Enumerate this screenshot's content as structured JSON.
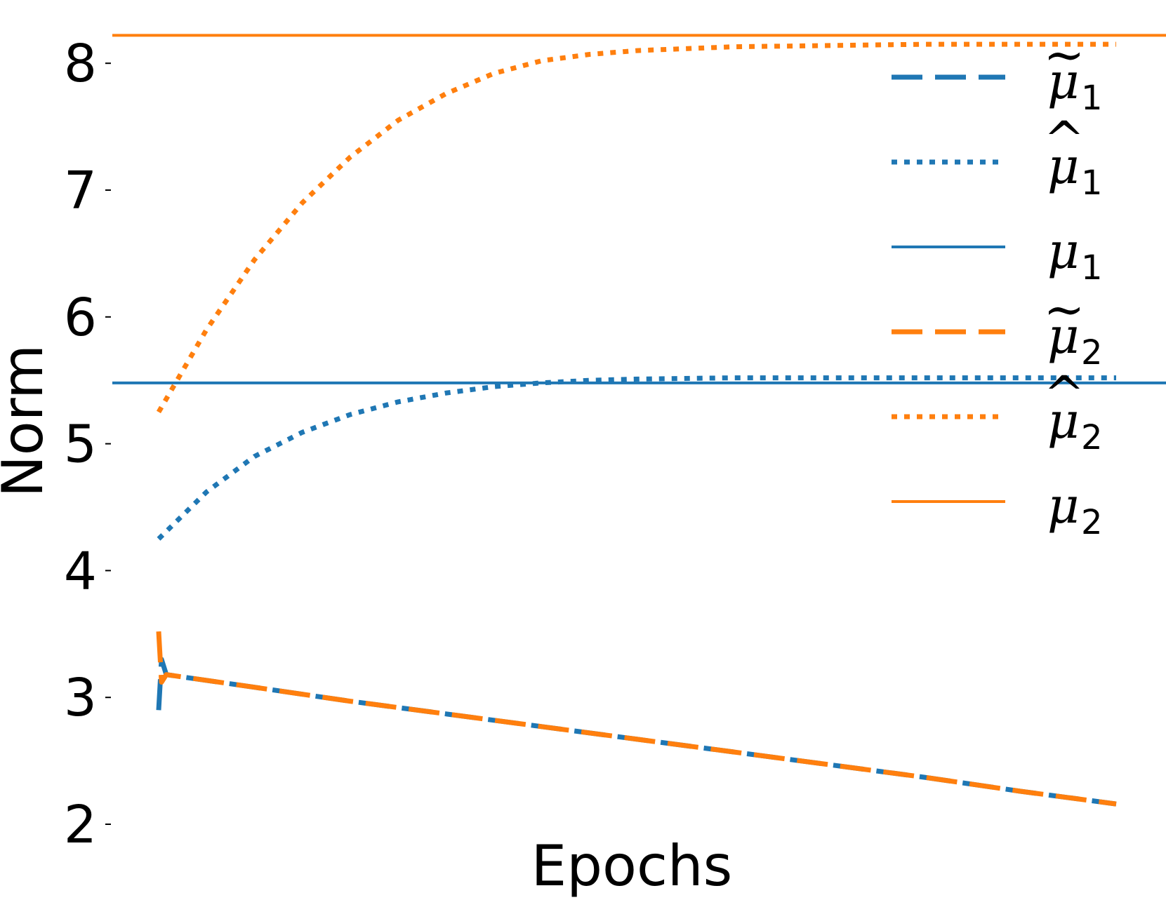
{
  "chart_data": {
    "type": "line",
    "title": "",
    "xlabel": "Epochs",
    "ylabel": "Norm",
    "ylim": [
      1.85,
      8.45
    ],
    "yticks": [
      2,
      3,
      4,
      5,
      6,
      7,
      8
    ],
    "x_tick_labels_shown": false,
    "xlim": [
      0,
      100
    ],
    "grid": false,
    "legend_position": "top-right",
    "series": [
      {
        "name": "μ̃₁",
        "label_base": "μ",
        "label_accent": "~",
        "label_sub": "1",
        "color": "#1f77b4",
        "style": "dashed",
        "x": [
          0,
          0.3,
          0.8,
          10,
          20,
          30,
          40,
          50,
          60,
          70,
          80,
          90,
          100
        ],
        "y": [
          2.9,
          3.3,
          3.18,
          3.08,
          2.97,
          2.87,
          2.77,
          2.67,
          2.57,
          2.47,
          2.37,
          2.26,
          2.16
        ]
      },
      {
        "name": "μ̂₁",
        "label_base": "μ",
        "label_accent": "^",
        "label_sub": "1",
        "color": "#1f77b4",
        "style": "dotted",
        "x": [
          0,
          5,
          10,
          15,
          20,
          25,
          30,
          35,
          40,
          45,
          50,
          60,
          70,
          80,
          90,
          100
        ],
        "y": [
          4.25,
          4.62,
          4.9,
          5.09,
          5.23,
          5.33,
          5.4,
          5.45,
          5.48,
          5.5,
          5.51,
          5.52,
          5.52,
          5.52,
          5.52,
          5.52
        ]
      },
      {
        "name": "μ₁",
        "label_base": "μ",
        "label_accent": "",
        "label_sub": "1",
        "color": "#1f77b4",
        "style": "solid",
        "hline": 5.48
      },
      {
        "name": "μ̃₂",
        "label_base": "μ",
        "label_accent": "~",
        "label_sub": "2",
        "color": "#ff7f0e",
        "style": "dashed",
        "x": [
          0,
          0.3,
          0.8,
          10,
          20,
          30,
          40,
          50,
          60,
          70,
          80,
          90,
          100
        ],
        "y": [
          3.52,
          3.12,
          3.18,
          3.08,
          2.97,
          2.87,
          2.77,
          2.67,
          2.57,
          2.47,
          2.37,
          2.26,
          2.16
        ]
      },
      {
        "name": "μ̂₂",
        "label_base": "μ",
        "label_accent": "^",
        "label_sub": "2",
        "color": "#ff7f0e",
        "style": "dotted",
        "x": [
          0,
          5,
          10,
          15,
          20,
          25,
          30,
          35,
          40,
          45,
          50,
          60,
          70,
          80,
          90,
          100
        ],
        "y": [
          5.25,
          5.9,
          6.45,
          6.9,
          7.26,
          7.55,
          7.76,
          7.92,
          8.02,
          8.07,
          8.1,
          8.13,
          8.14,
          8.15,
          8.15,
          8.15
        ]
      },
      {
        "name": "μ₂",
        "label_base": "μ",
        "label_accent": "",
        "label_sub": "2",
        "color": "#ff7f0e",
        "style": "solid",
        "hline": 8.22
      }
    ]
  }
}
